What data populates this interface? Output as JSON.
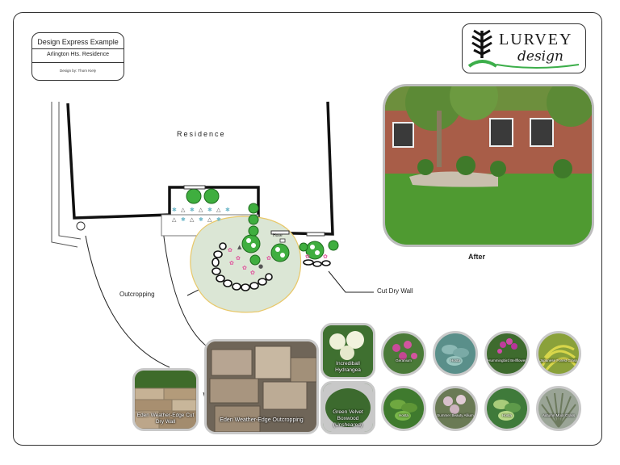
{
  "title_block": {
    "title": "Design Express Example",
    "project": "Arlington Hts. Residence",
    "designer": "Design by: Thom Kiely"
  },
  "logo": {
    "word1": "LURVEY",
    "word2": "design",
    "mark_icon": "tree-mark-icon"
  },
  "plan": {
    "residence_label": "Residence",
    "hose_label": "Hose",
    "callouts": {
      "outcropping": "Outcropping",
      "cut_dry_wall": "Cut Dry Wall"
    }
  },
  "after_photo": {
    "label": "After"
  },
  "materials": [
    {
      "caption": "Eden Weather-Edge Cut Dry Wall"
    },
    {
      "caption": "Eden Weather-Edge Outcropping"
    }
  ],
  "plants_square": [
    {
      "caption": "Incrediball Hydrangea"
    },
    {
      "caption": "Green Velvet Boxwood (Unsheared)"
    }
  ],
  "plants_circle": [
    {
      "caption": "Geranium"
    },
    {
      "caption": "Hosta"
    },
    {
      "caption": "Hummingbird Bellflower"
    },
    {
      "caption": "Japanese Forest Grass"
    },
    {
      "caption": "Hosta"
    },
    {
      "caption": "Summer Beauty Allium"
    },
    {
      "caption": "Hosta"
    },
    {
      "caption": "Autumn Moor Grass"
    }
  ],
  "colors": {
    "lawn_area": "#dbe6d5",
    "lawn_edge": "#e8c86a",
    "shrub_green": "#3fae3f",
    "flower_pink": "#e0559e",
    "perennial_blue": "#6fb8c9",
    "photo_frame": "#c9c9c9"
  }
}
